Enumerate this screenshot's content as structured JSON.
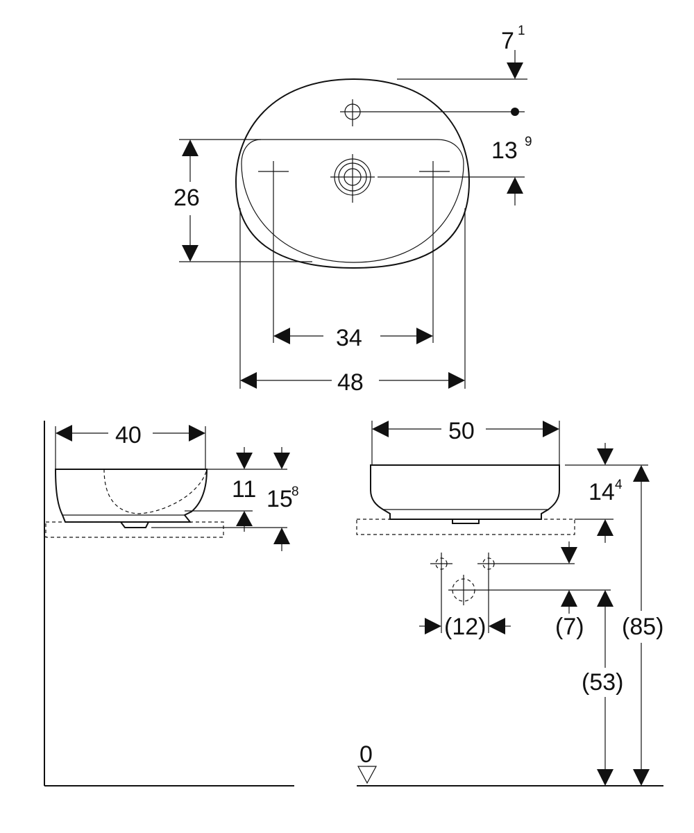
{
  "dimensions": {
    "hole_offset_top": {
      "main": "7",
      "sup": "1"
    },
    "tap_to_drain": {
      "main": "13",
      "sup": "9"
    },
    "depth_top": "26",
    "overflow_spacing": "34",
    "width_top": "48",
    "depth_side": "40",
    "bowl_height": "11",
    "total_height_side": {
      "main": "15",
      "sup": "8"
    },
    "width_front": "50",
    "height_front": {
      "main": "14",
      "sup": "4"
    },
    "pipe_spacing": "(12)",
    "pipe_offset": "(7)",
    "drain_height": "(53)",
    "top_height": "(85)",
    "floor_level": "0"
  }
}
